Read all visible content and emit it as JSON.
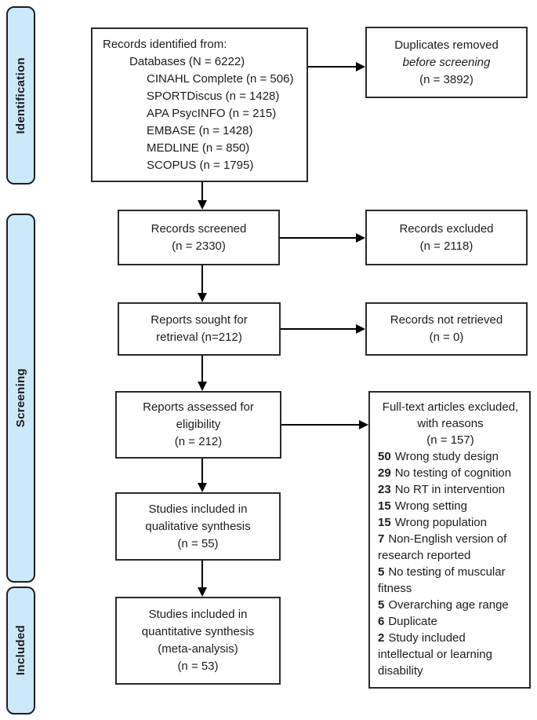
{
  "diagram": {
    "colors": {
      "stage_fill": "#cae9fb",
      "box_border": "#2a2a2a",
      "arrow": "#000000"
    },
    "stages": [
      {
        "label": "Identification"
      },
      {
        "label": "Screening"
      },
      {
        "label": "Included"
      }
    ],
    "identified": {
      "line1": "Records identified from:",
      "line2": "Databases (N = 6222)",
      "sources": [
        "CINAHL Complete (n = 506)",
        "SPORTDiscus (n = 1428)",
        "APA PsycINFO (n = 215)",
        "EMBASE (n = 1428)",
        "MEDLINE (n = 850)",
        "SCOPUS (n = 1795)"
      ]
    },
    "duplicates": {
      "line1": "Duplicates removed",
      "line2": "before screening",
      "line3": "(n = 3892)"
    },
    "screened": {
      "line1": "Records screened",
      "line2": "(n = 2330)"
    },
    "excluded": {
      "line1": "Records excluded",
      "line2": "(n = 2118)"
    },
    "sought": {
      "line1": "Reports sought for",
      "line2": "retrieval (n=212)"
    },
    "not_retrieved": {
      "line1": "Records not retrieved",
      "line2": "(n = 0)"
    },
    "assessed": {
      "line1": "Reports assessed for",
      "line2": "eligibility",
      "line3": "(n = 212)"
    },
    "fulltext_excluded": {
      "line1": "Full-text articles excluded,",
      "line2": "with reasons",
      "line3": "(n = 157)",
      "reasons": [
        {
          "count": "50",
          "text": "Wrong study design"
        },
        {
          "count": "29",
          "text": "No testing of cognition"
        },
        {
          "count": "23",
          "text": "No RT in intervention"
        },
        {
          "count": "15",
          "text": "Wrong setting"
        },
        {
          "count": "15",
          "text": "Wrong population"
        },
        {
          "count": "7",
          "text": "Non-English version of research reported"
        },
        {
          "count": "5",
          "text": "No testing of muscular fitness"
        },
        {
          "count": "5",
          "text": "Overarching age range"
        },
        {
          "count": "6",
          "text": "Duplicate"
        },
        {
          "count": "2",
          "text": "Study included intellectual or learning disability"
        }
      ]
    },
    "qualitative": {
      "line1": "Studies included in",
      "line2": "qualitative synthesis",
      "line3": "(n = 55)"
    },
    "quantitative": {
      "line1": "Studies included in",
      "line2": "quantitative synthesis",
      "line3": "(meta-analysis)",
      "line4": "(n = 53)"
    }
  }
}
